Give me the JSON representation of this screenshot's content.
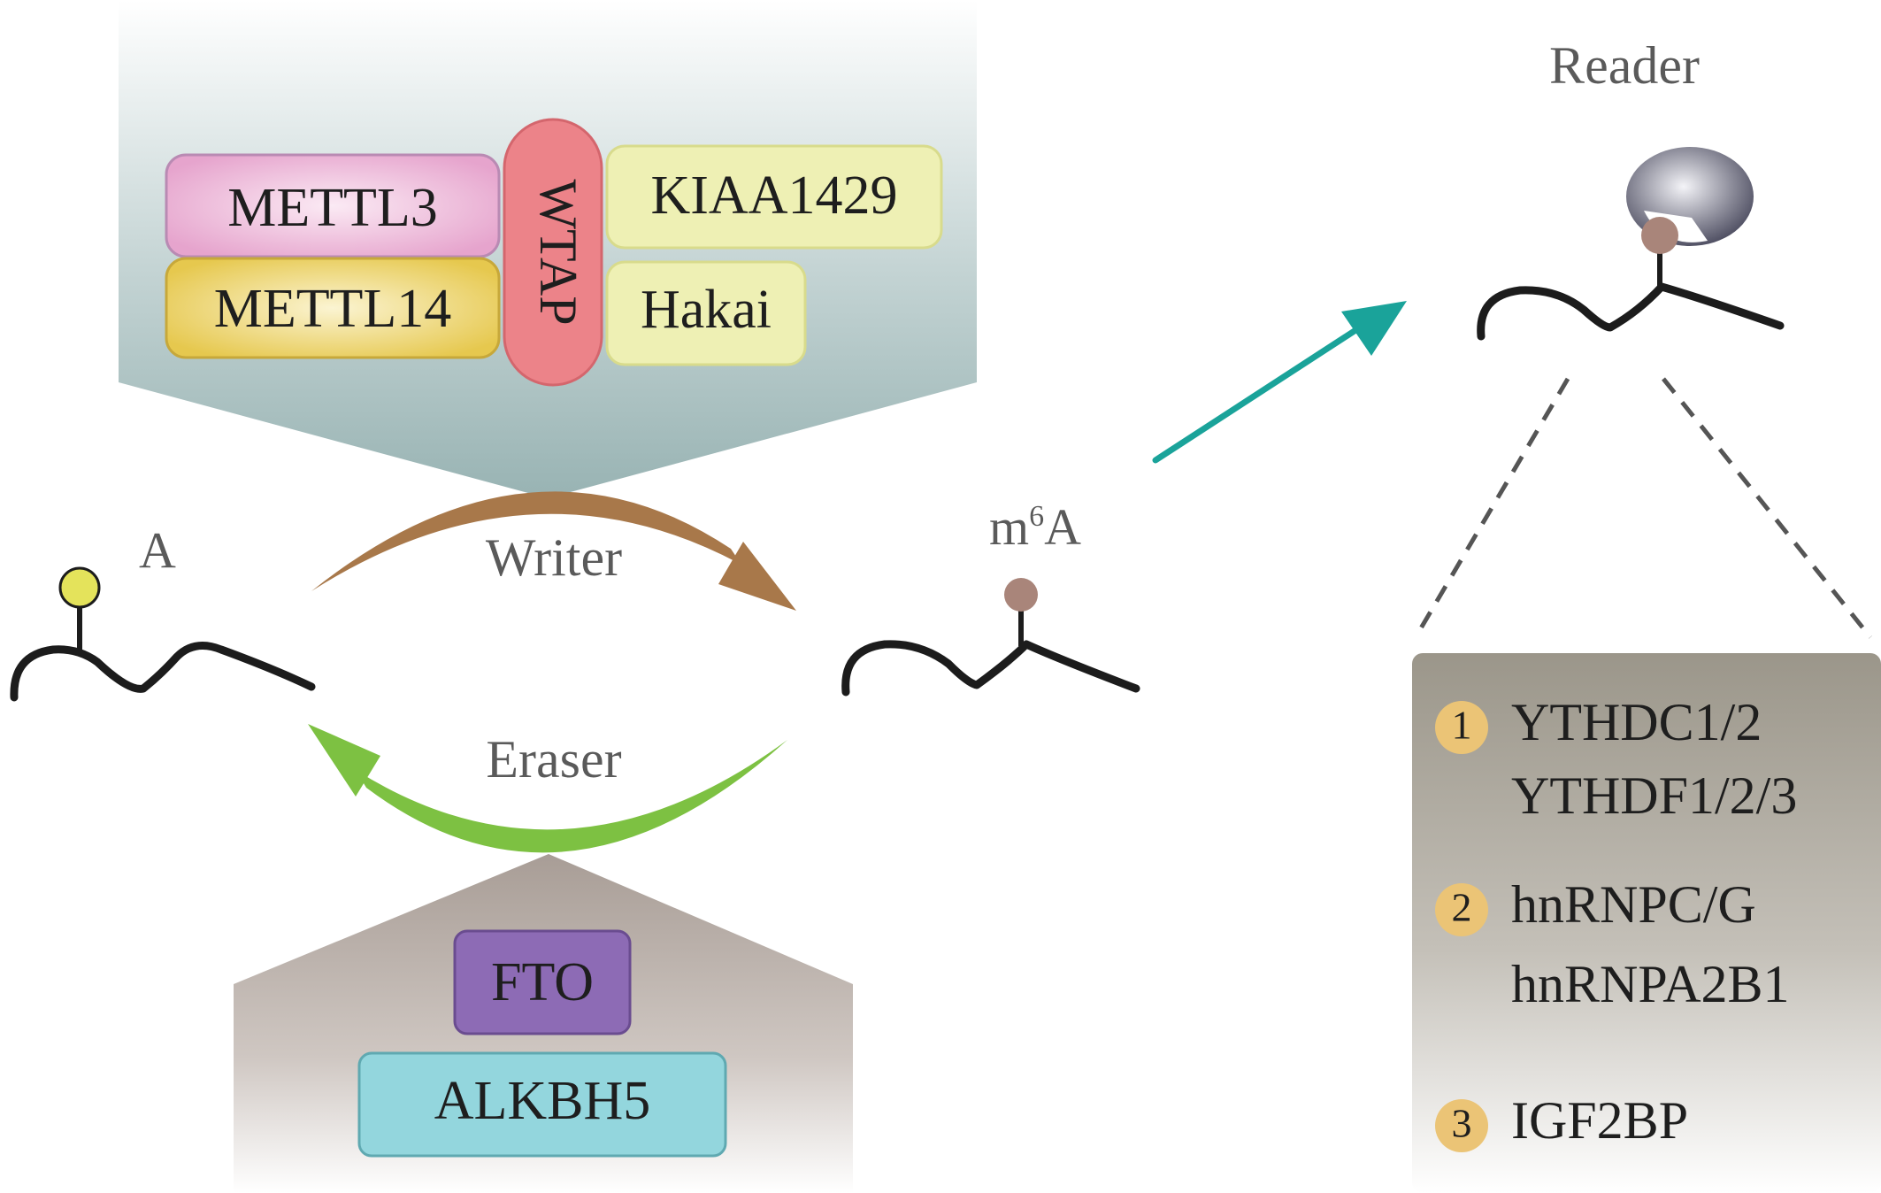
{
  "writer_complex": {
    "mettl3": "METTL3",
    "mettl14": "METTL14",
    "wtap": "WTAP",
    "kiaa1429": "KIAA1429",
    "hakai": "Hakai"
  },
  "cycle": {
    "writer": "Writer",
    "eraser": "Eraser",
    "unmodified": "A",
    "modified_prefix": "m",
    "modified_superscript": "6",
    "modified_suffix": "A"
  },
  "eraser_complex": {
    "fto": "FTO",
    "alkbh5": "ALKBH5"
  },
  "reader": {
    "title": "Reader",
    "groups": [
      {
        "number": "1",
        "proteins": [
          "YTHDC1/2",
          "YTHDF1/2/3"
        ]
      },
      {
        "number": "2",
        "proteins": [
          "hnRNPC/G",
          "hnRNPA2B1"
        ]
      },
      {
        "number": "3",
        "proteins": [
          "IGF2BP"
        ]
      }
    ]
  },
  "colors": {
    "mettl3": "#e8a6cf",
    "mettl14": "#e9cd56",
    "wtap": "#ec8389",
    "kiaa1429": "#eef0b4",
    "fto": "#8d6bb5",
    "alkbh5": "#93d6dd",
    "writer_arrow": "#a8784a",
    "eraser_arrow": "#7dc142",
    "reader_arrow": "#1aa39a",
    "a_dot": "#e4e35b",
    "m6a_dot": "#a9857a",
    "badge": "#ebc476"
  }
}
